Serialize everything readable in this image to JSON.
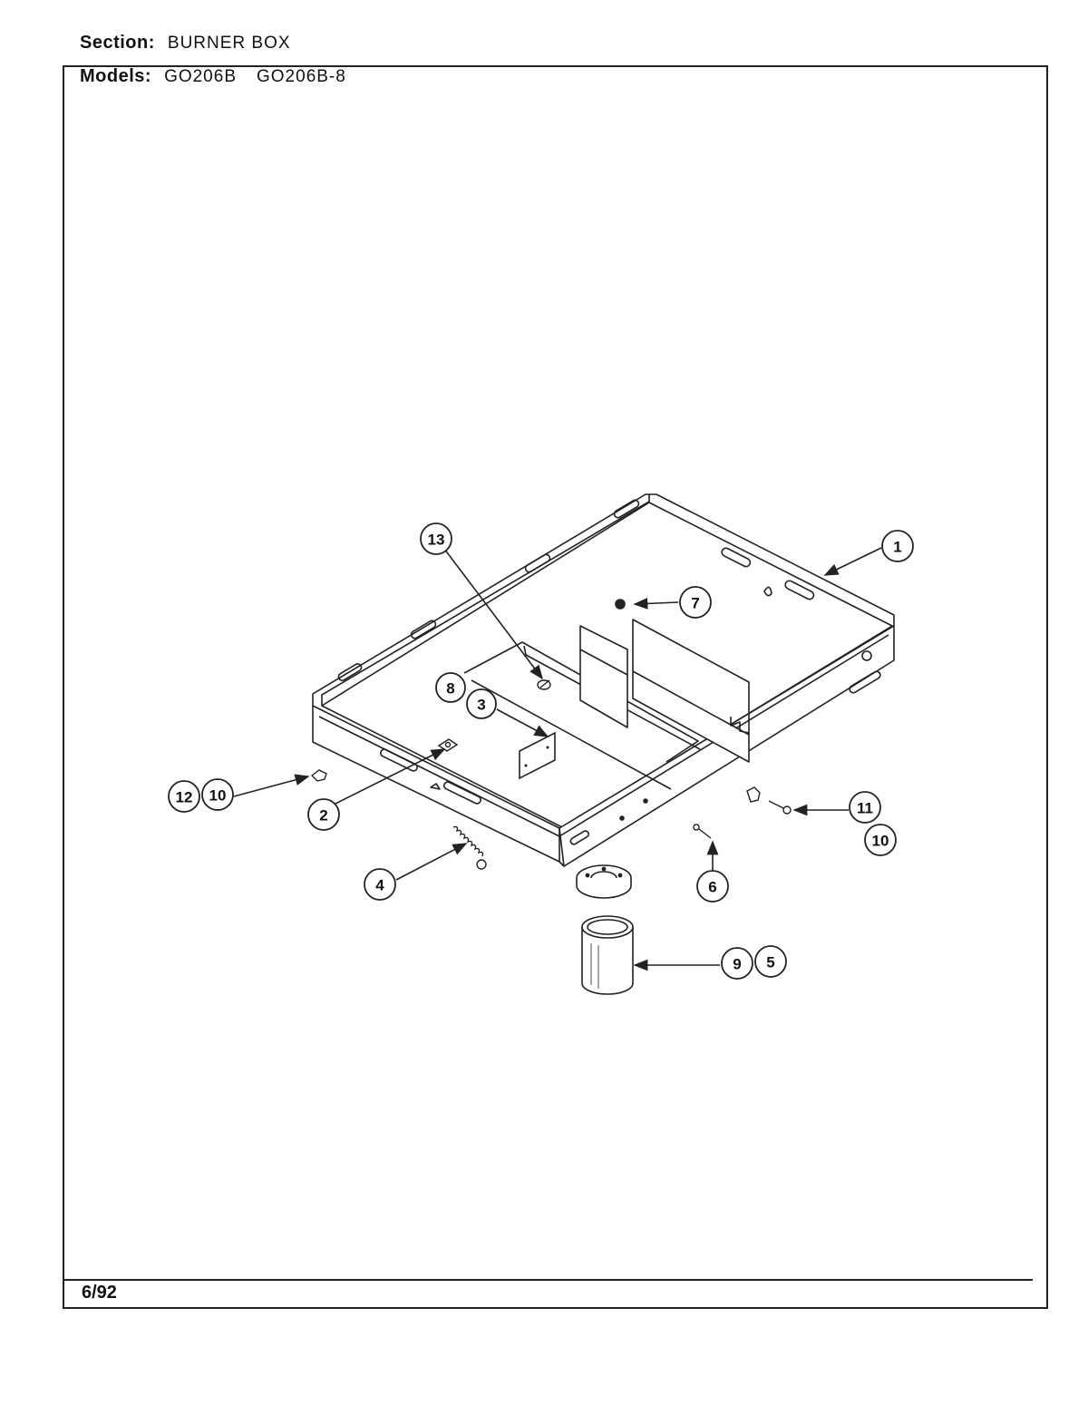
{
  "header": {
    "section_label": "Section:",
    "section_value": "BURNER BOX",
    "models_label": "Models:",
    "model_1": "GO206B",
    "model_2": "GO206B-8"
  },
  "footer": {
    "date": "6/92"
  },
  "callouts": {
    "c1": "1",
    "c2": "2",
    "c3": "3",
    "c4": "4",
    "c5": "5",
    "c6": "6",
    "c7": "7",
    "c8": "8",
    "c9": "9",
    "c10a": "10",
    "c10b": "10",
    "c11": "11",
    "c12": "12",
    "c13": "13"
  },
  "colors": {
    "line": "#222222",
    "paper": "#ffffff"
  }
}
